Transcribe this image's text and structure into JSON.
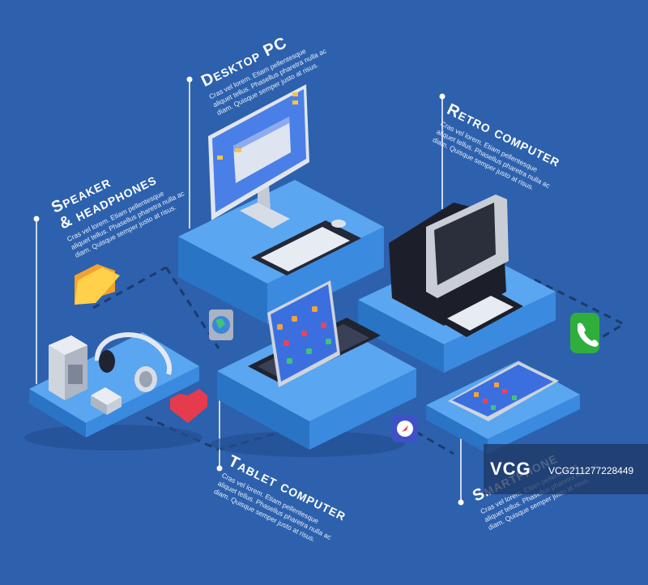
{
  "labels": {
    "desktop": {
      "title": "Desktop PC",
      "body": [
        "Cras vel lorem. Etiam pellentesque",
        "aliquet tellus. Phasellus pharetra nulla ac",
        "diam. Quisque semper justo at risus."
      ]
    },
    "retro": {
      "title": "Retro computer",
      "body": [
        "Cras vel lorem. Etiam pellentesque",
        "aliquet tellus. Phasellus pharetra nulla ac",
        "diam. Quisque semper justo at risus."
      ]
    },
    "speaker": {
      "title_line1": "Speaker",
      "title_line2": "& headphones",
      "body": [
        "Cras vel lorem. Etiam pellentesque",
        "aliquet tellus. Phasellus pharetra nulla ac",
        "diam. Quisque semper justo at risus."
      ]
    },
    "tablet": {
      "title": "Tablet computer",
      "body": [
        "Cras vel lorem. Etiam pellentesque",
        "aliquet tellus. Phasellus pharetra nulla ac",
        "diam. Quisque semper justo at risus."
      ]
    },
    "smartphone": {
      "title": "Smartphone",
      "body": [
        "Cras vel lorem. Etiam pellentesque",
        "aliquet tellus. Phasellus pharetra nulla ac",
        "diam. Quisque semper justo at risus."
      ]
    }
  },
  "watermark": {
    "logo": "VCG",
    "code": "VCG211277228449"
  },
  "icons": [
    "folder-icon",
    "globe-icon",
    "heart-icon",
    "compass-icon",
    "phone-icon"
  ],
  "colors": {
    "background": "#2d61ad",
    "platform_top": "#58a3ef",
    "platform_side": "#2f7fd6"
  }
}
